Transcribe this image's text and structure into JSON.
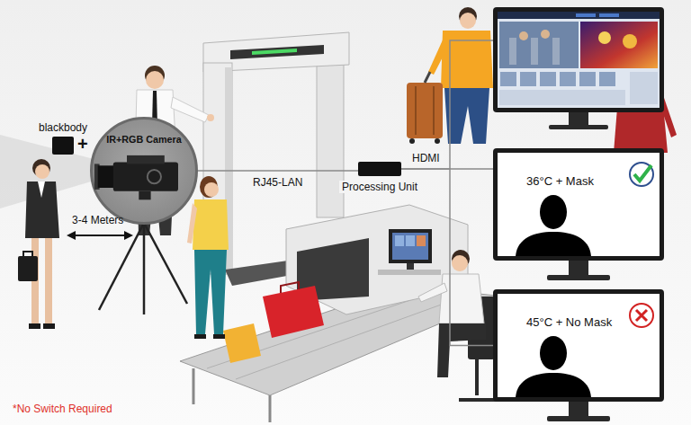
{
  "diagram": {
    "nodes": [
      {
        "text": [
          "blackbody"
        ]
      },
      {
        "text": [
          "IR+RGB Camera"
        ]
      },
      {
        "text": [
          "Processing Unit"
        ]
      },
      {
        "text": [
          "36°C + Mask"
        ]
      },
      {
        "text": [
          "45°C + No Mask"
        ]
      }
    ],
    "edges": [
      {
        "from": 1,
        "to": 2,
        "arrow": "none",
        "label": "RJ45-LAN"
      },
      {
        "from": 2,
        "to": 3,
        "arrow": "none",
        "label": "HDMI"
      },
      {
        "from": 2,
        "to": 4,
        "arrow": "none"
      }
    ],
    "labels": [
      "+",
      "3-4 Meters",
      "*No Switch Required"
    ]
  }
}
